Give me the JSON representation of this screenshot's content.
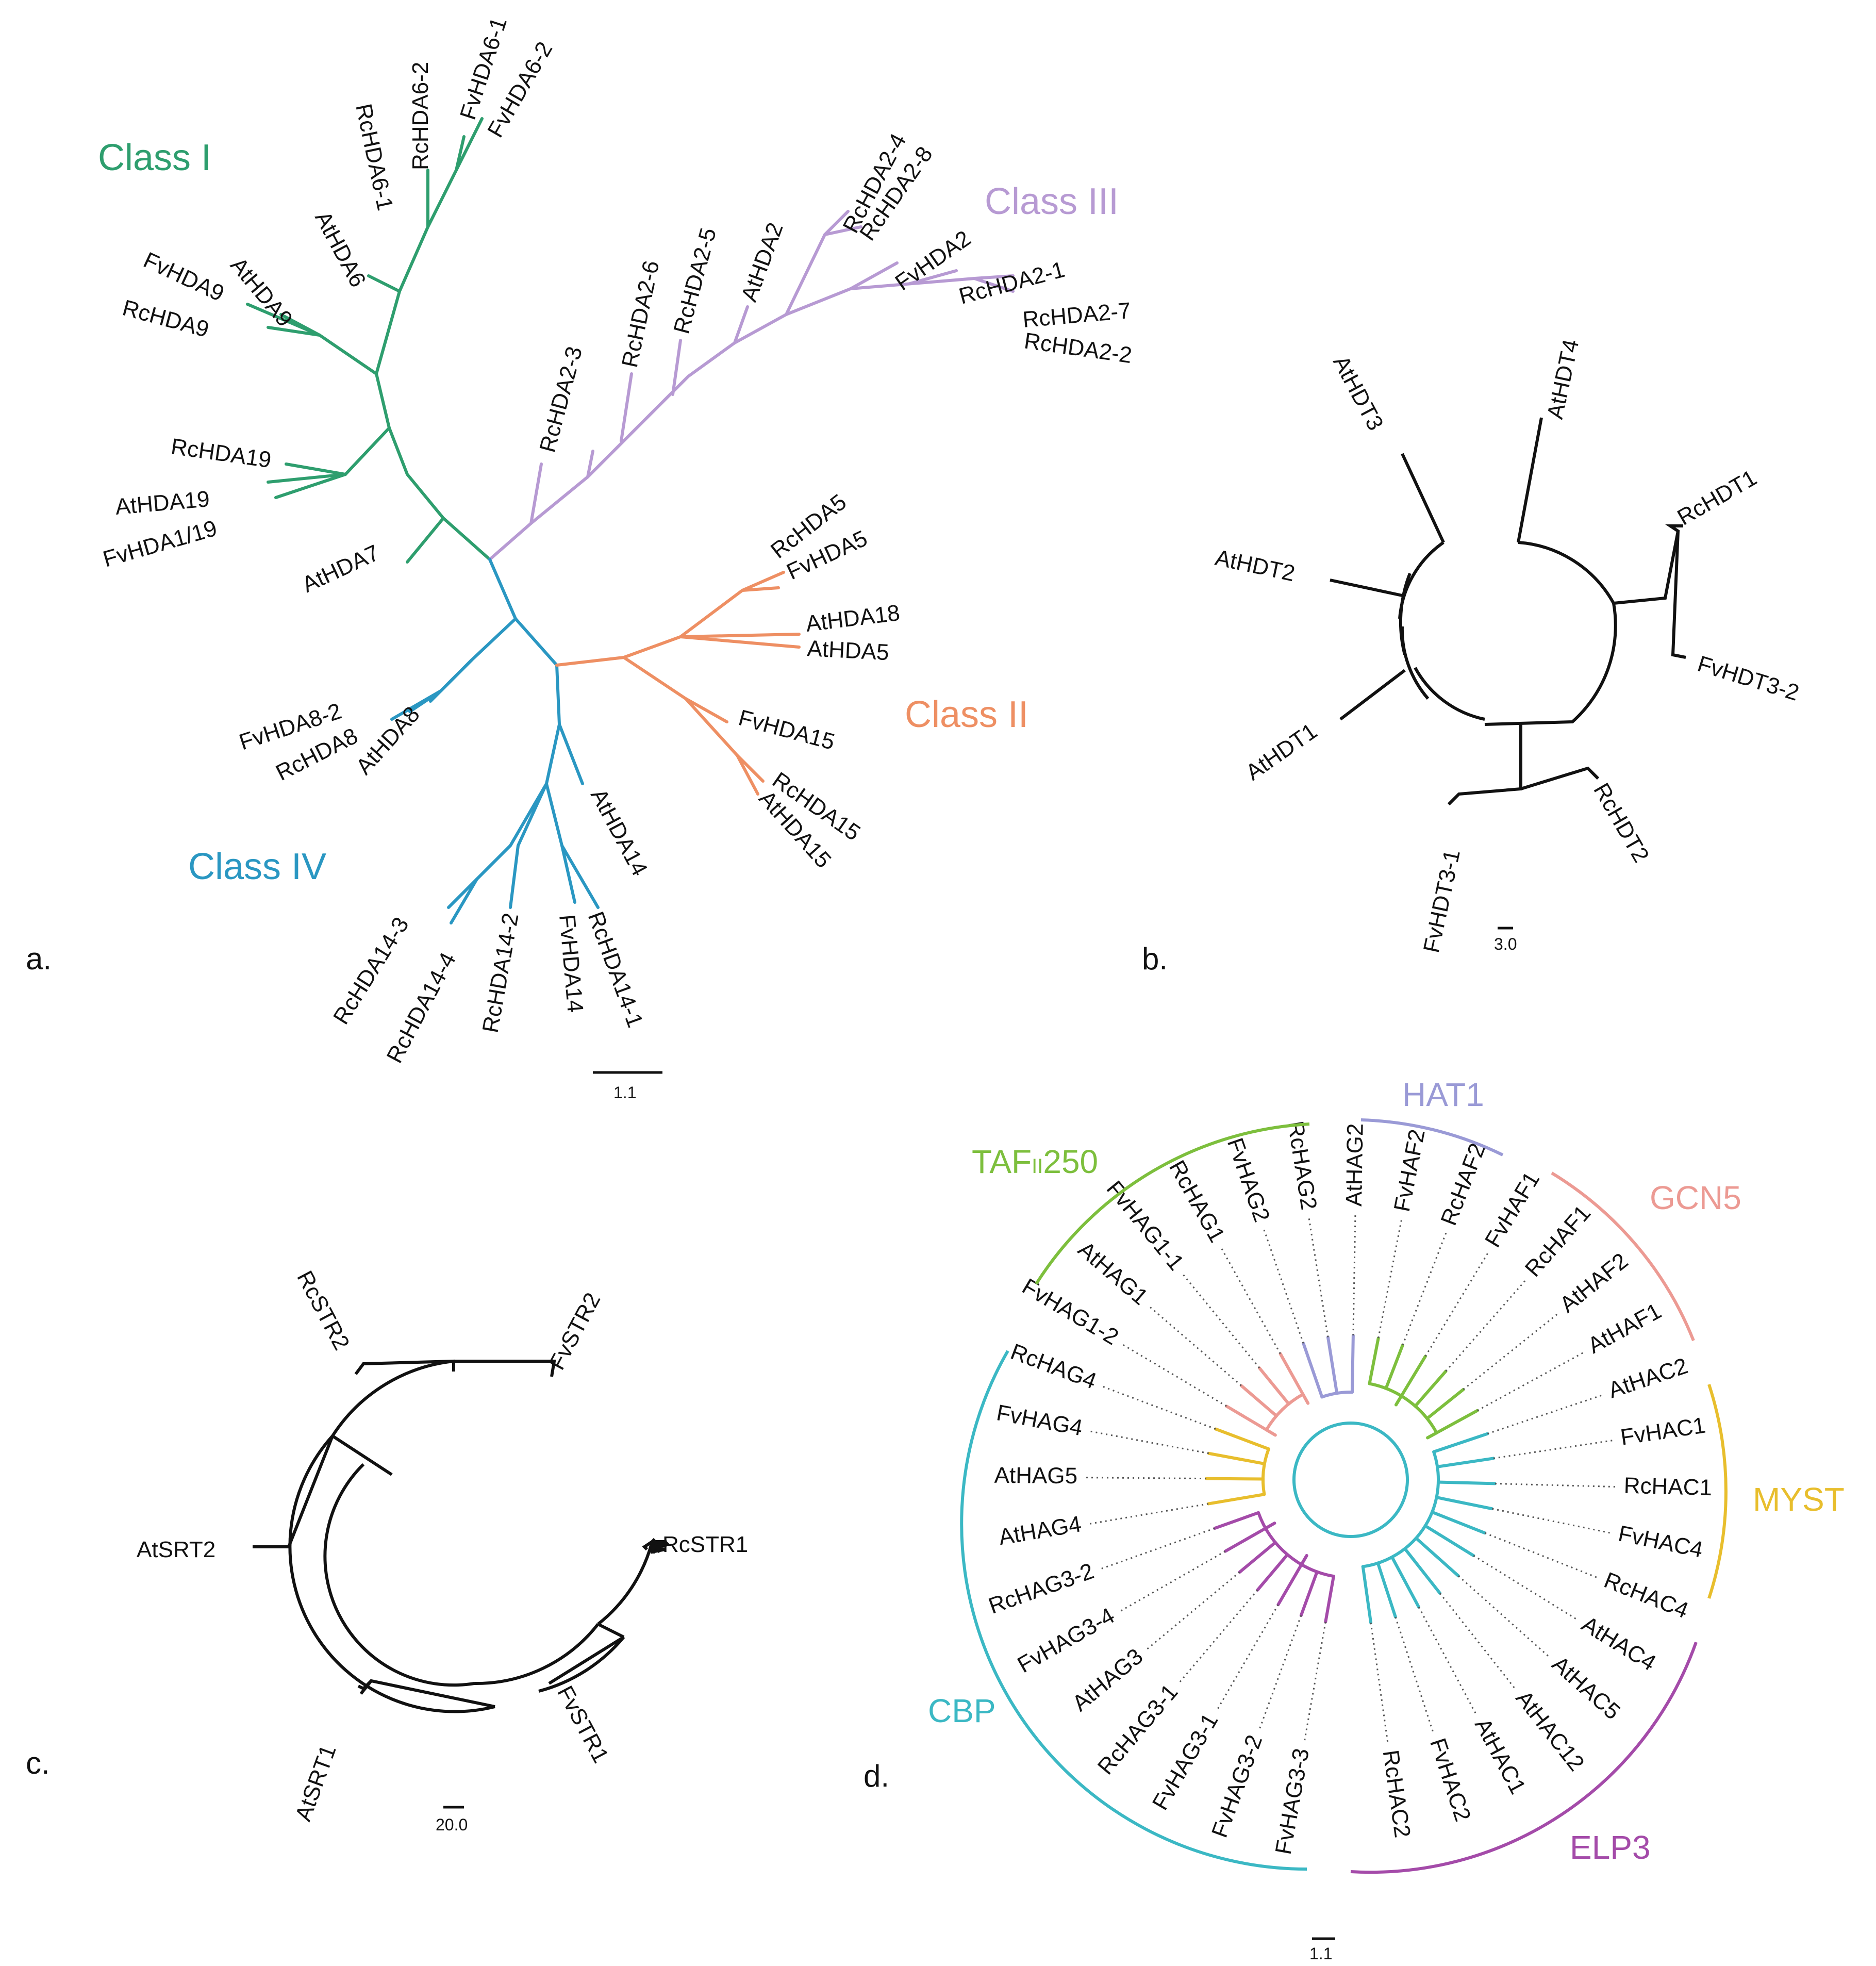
{
  "colors": {
    "classI": "#2e9e6e",
    "classII": "#ee8f63",
    "classIII": "#b79ad3",
    "classIV": "#2a97c2",
    "tafii250": "#7dbf3d",
    "hat1": "#9a9ad6",
    "gcn5": "#ec9a93",
    "myst": "#e8be2d",
    "cbp": "#3bb8c4",
    "elp3": "#a44ba9",
    "black": "#111111"
  },
  "panel_a": {
    "panel_label": "a.",
    "class_labels": {
      "class1": "Class I",
      "class2": "Class II",
      "class3": "Class III",
      "class4": "Class IV"
    },
    "scale": "1.1",
    "leaves": {
      "RcHDA6_2": "RcHDA6-2",
      "FvHDA6_1": "FvHDA6-1",
      "FvHDA6_2": "FvHDA6-2",
      "RcHDA6_1": "RcHDA6-1",
      "AtHDA6": "AtHDA6",
      "FvHDA9": "FvHDA9",
      "AtHDA9": "AtHDA9",
      "RcHDA9": "RcHDA9",
      "RcHDA19": "RcHDA19",
      "AtHDA19": "AtHDA19",
      "FvHDA1_19": "FvHDA1/19",
      "AtHDA7": "AtHDA7",
      "RcHDA2_3": "RcHDA2-3",
      "RcHDA2_6": "RcHDA2-6",
      "RcHDA2_5": "RcHDA2-5",
      "AtHDA2": "AtHDA2",
      "RcHDA2_4": "RcHDA2-4",
      "RcHDA2_8": "RcHDA2-8",
      "FvHDA2": "FvHDA2",
      "RcHDA2_1": "RcHDA2-1",
      "RcHDA2_7": "RcHDA2-7",
      "RcHDA2_2": "RcHDA2-2",
      "RcHDA5": "RcHDA5",
      "FvHDA5": "FvHDA5",
      "AtHDA18": "AtHDA18",
      "AtHDA5": "AtHDA5",
      "FvHDA15": "FvHDA15",
      "RcHDA15": "RcHDA15",
      "AtHDA15": "AtHDA15",
      "FvHDA8_2": "FvHDA8-2",
      "RcHDA8": "RcHDA8",
      "AtHDA8": "AtHDA8",
      "AtHDA14": "AtHDA14",
      "RcHDA14_3": "RcHDA14-3",
      "RcHDA14_4": "RcHDA14-4",
      "RcHDA14_2": "RcHDA14-2",
      "FvHDA14": "FvHDA14",
      "RcHDA14_1": "RcHDA14-1"
    }
  },
  "panel_b": {
    "panel_label": "b.",
    "scale": "3.0",
    "leaves": {
      "AtHDT3": "AtHDT3",
      "AtHDT4": "AtHDT4",
      "RcHDT1": "RcHDT1",
      "FvHDT3_2": "FvHDT3-2",
      "RcHDT2": "RcHDT2",
      "FvHDT3_1": "FvHDT3-1",
      "AtHDT1": "AtHDT1",
      "AtHDT2": "AtHDT2"
    }
  },
  "panel_c": {
    "panel_label": "c.",
    "scale": "20.0",
    "leaves": {
      "RcSTR2": "RcSTR2",
      "FvSTR2": "FvSTR2",
      "RcSTR1": "RcSTR1",
      "FvSTR1": "FvSTR1",
      "AtSRT1": "AtSRT1",
      "AtSRT2": "AtSRT2"
    }
  },
  "panel_d": {
    "panel_label": "d.",
    "scale": "1.1",
    "group_labels": {
      "tafii250_prefix": "TAF",
      "tafii250_sub": "II",
      "tafii250_suffix": "250",
      "hat1": "HAT1",
      "gcn5": "GCN5",
      "myst": "MYST",
      "cbp": "CBP",
      "elp3": "ELP3"
    },
    "leaves": [
      "FvHAG3-3",
      "FvHAG3-2",
      "FvHAG3-1",
      "RcHAG3-1",
      "AtHAG3",
      "FvHAG3-4",
      "RcHAG3-2",
      "AtHAG4",
      "AtHAG5",
      "FvHAG4",
      "RcHAG4",
      "FvHAG1-2",
      "AtHAG1",
      "FvHAG1-1",
      "RcHAG1",
      "FvHAG2",
      "RcHAG2",
      "AtHAG2",
      "FvHAF2",
      "RcHAF2",
      "FvHAF1",
      "RcHAF1",
      "AtHAF2",
      "AtHAF1",
      "AtHAC2",
      "FvHAC1",
      "RcHAC1",
      "FvHAC4",
      "RcHAC4",
      "AtHAC4",
      "AtHAC5",
      "AtHAC12",
      "AtHAC1",
      "FvHAC2",
      "RcHAC2"
    ]
  }
}
